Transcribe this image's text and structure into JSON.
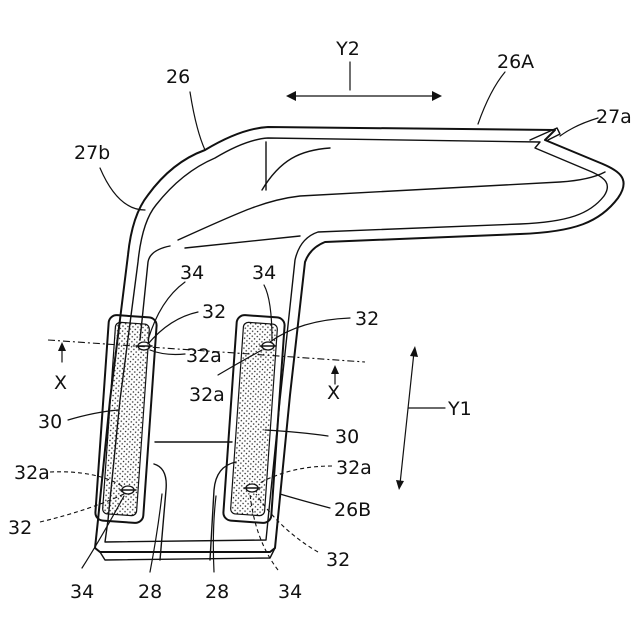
{
  "labels": {
    "y2": "Y2",
    "l26A": "26A",
    "l26": "26",
    "l27a": "27a",
    "l27b": "27b",
    "l34_a": "34",
    "l34_b": "34",
    "l32_a": "32",
    "l32_b": "32",
    "l32a_a": "32a",
    "l32a_b": "32a",
    "x_left": "X",
    "x_right": "X",
    "y1": "Y1",
    "l30_left": "30",
    "l30_right": "30",
    "l32a_c": "32a",
    "l32a_d": "32a",
    "l32_c": "32",
    "l26B": "26B",
    "l32_d": "32",
    "l34_c": "34",
    "l28_a": "28",
    "l28_b": "28",
    "l34_d": "34"
  }
}
